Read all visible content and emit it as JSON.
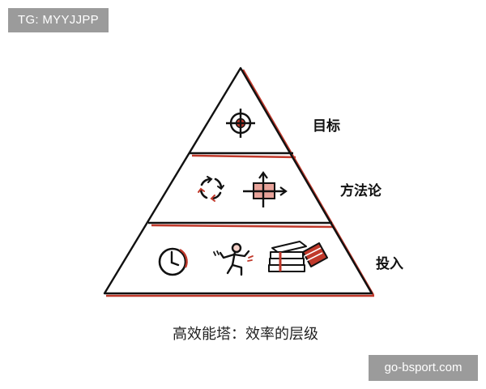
{
  "watermark_top": "TG: MYYJJPP",
  "watermark_bottom": "go-bsport.com",
  "diagram": {
    "caption": "高效能塔：效率的层级",
    "levels": [
      {
        "label": "目标",
        "icons": [
          "crosshair-target-icon"
        ]
      },
      {
        "label": "方法论",
        "icons": [
          "cycle-arrows-icon",
          "crossed-arrows-box-icon"
        ]
      },
      {
        "label": "投入",
        "icons": [
          "clock-icon",
          "running-person-icon",
          "book-stack-icon"
        ]
      }
    ]
  },
  "colors": {
    "ink": "#111111",
    "accent_red": "#c0392b",
    "tag_bg": "#9b9b9b"
  }
}
